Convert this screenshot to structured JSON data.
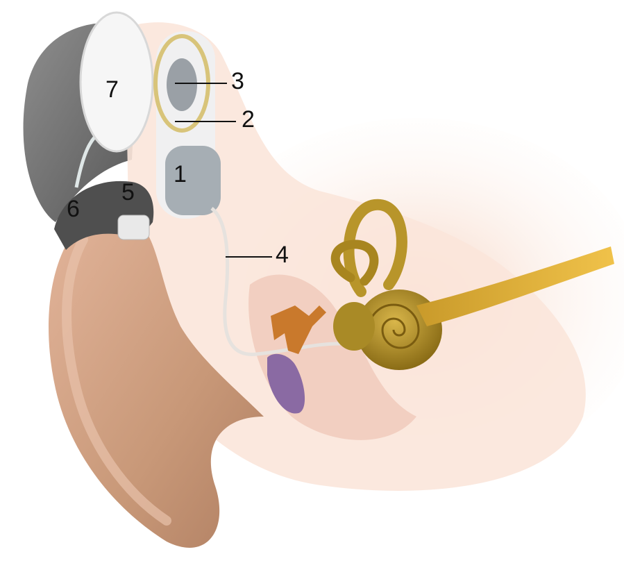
{
  "labels": {
    "l1": "1",
    "l2": "2",
    "l3": "3",
    "l4": "4",
    "l5": "5",
    "l6": "6",
    "l7": "7"
  },
  "colors": {
    "skin": "#f3d6c6",
    "skin_dark": "#c99a7d",
    "bone_cut": "#f8e9df",
    "cochlea": "#b8952a",
    "nerve": "#e3b13a",
    "ossicles": "#c9792c",
    "eardrum": "#8a6aa3",
    "hair": "#5a5a5a",
    "device_white": "#f4f4f4",
    "implant_gray": "#9ea6ad",
    "coil_gold": "#d8c47a"
  }
}
